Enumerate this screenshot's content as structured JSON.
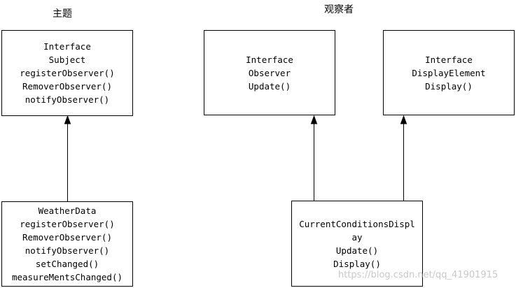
{
  "labels": {
    "subject_group": "主题",
    "observer_group": "观察者"
  },
  "boxes": {
    "subject_interface": {
      "lines": [
        "Interface",
        "Subject",
        "registerObserver()",
        "RemoverObserver()",
        "notifyObserver()"
      ]
    },
    "observer_interface": {
      "lines": [
        "Interface",
        "Observer",
        "Update()"
      ]
    },
    "display_element_interface": {
      "lines": [
        "Interface",
        "DisplayElement",
        "Display()"
      ]
    },
    "weather_data": {
      "lines": [
        "WeatherData",
        "registerObserver()",
        "RemoverObserver()",
        "notifyObserver()",
        "setChanged()",
        "measureMentsChanged()"
      ]
    },
    "current_conditions_display": {
      "lines": [
        "CurrentConditionsDispl",
        "ay",
        "Update()",
        "Display()"
      ]
    }
  },
  "watermark": "https://blog.csdn.net/qq_41901915",
  "colors": {
    "line": "#000000",
    "background": "#ffffff",
    "watermark": "#c8c8c8"
  }
}
